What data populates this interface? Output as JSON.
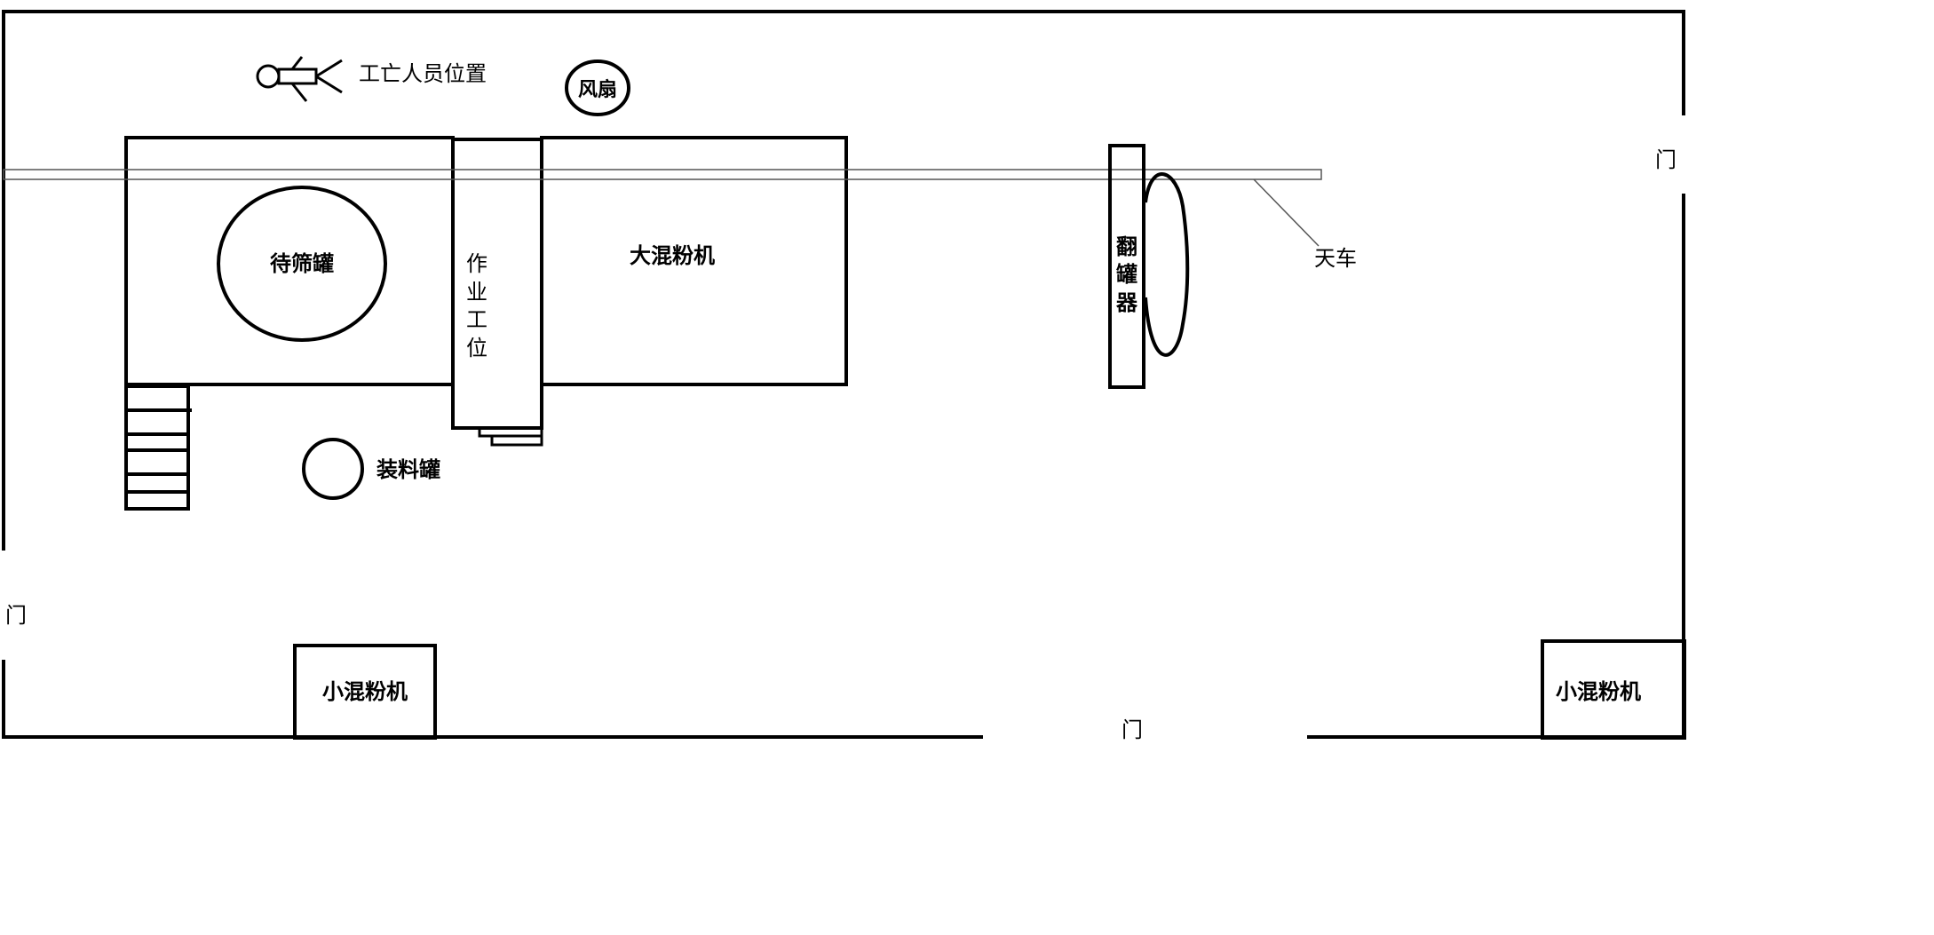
{
  "colors": {
    "line": "#000000",
    "background": "#ffffff",
    "rail": "#555555"
  },
  "labels": {
    "worker_position": "工亡人员位置",
    "fan": "风扇",
    "tank_to_screen": "待筛罐",
    "work_station": [
      "作",
      "业",
      "工",
      "位"
    ],
    "big_mixer": "大混粉机",
    "tank_flipper": [
      "翻",
      "罐",
      "器"
    ],
    "crane": "天车",
    "loading_tank": "装料罐",
    "small_mixer_left": "小混粉机",
    "small_mixer_right": "小混粉机",
    "door_right": "门",
    "door_left": "门",
    "door_bottom": "门"
  },
  "icons": {
    "worker": "stick-figure-icon",
    "stairs": "stairs-icon"
  }
}
